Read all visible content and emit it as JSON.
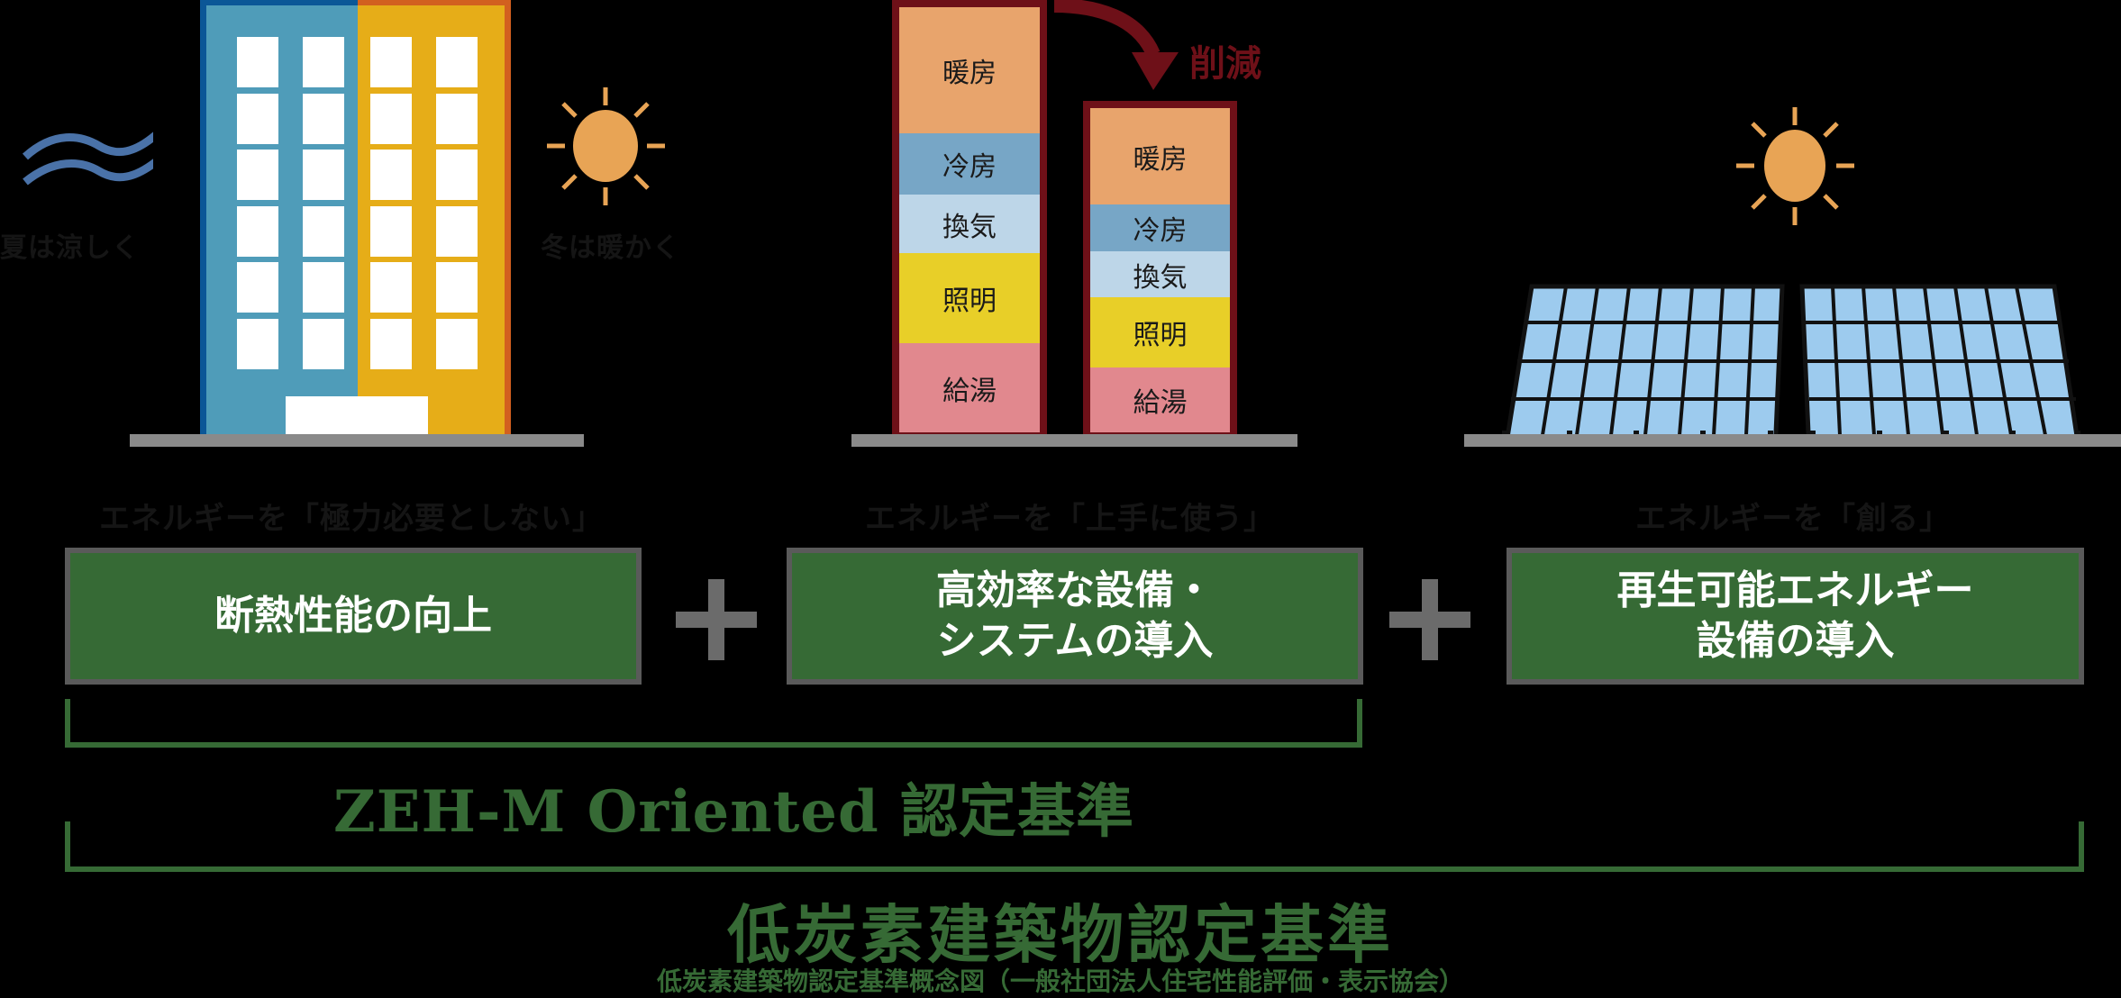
{
  "section1": {
    "left_label": "夏は涼しく",
    "right_label": "冬は暖かく",
    "icons": [
      "wave-icon",
      "sun-icon",
      "building-icon"
    ],
    "caption": "エネルギーを「極力必要としない」",
    "box_label": "断熱性能の向上"
  },
  "section2": {
    "reduction_label": "削減",
    "before_bar": {
      "segments": [
        {
          "label": "暖房",
          "color": "#e8a46c",
          "height": 140
        },
        {
          "label": "冷房",
          "color": "#77a6c6",
          "height": 68
        },
        {
          "label": "換気",
          "color": "#bdd6e8",
          "height": 65
        },
        {
          "label": "照明",
          "color": "#e8cf28",
          "height": 100
        },
        {
          "label": "給湯",
          "color": "#e1888e",
          "height": 100
        }
      ]
    },
    "after_bar": {
      "segments": [
        {
          "label": "暖房",
          "color": "#e8a46c",
          "height": 107
        },
        {
          "label": "冷房",
          "color": "#77a6c6",
          "height": 52
        },
        {
          "label": "換気",
          "color": "#bdd6e8",
          "height": 51
        },
        {
          "label": "照明",
          "color": "#e8cf28",
          "height": 78
        },
        {
          "label": "給湯",
          "color": "#e1888e",
          "height": 76
        }
      ]
    },
    "caption": "エネルギーを「上手に使う」",
    "box_label_line1": "高効率な設備・",
    "box_label_line2": "システムの導入"
  },
  "section3": {
    "icons": [
      "sun-icon",
      "solar-panel-icon"
    ],
    "caption": "エネルギーを「創る」",
    "box_label_line1": "再生可能エネルギー",
    "box_label_line2": "設備の導入"
  },
  "operators": [
    "+",
    "+"
  ],
  "brackets": {
    "zeh_label": "ZEH-M Oriented 認定基準",
    "low_carbon_label": "低炭素建築物認定基準",
    "footnote": "低炭素建築物認定基準概念図（一般社団法人住宅性能評価・表示協会）"
  },
  "colors": {
    "green": "#366a35",
    "maroon": "#6e1018",
    "sun_orange": "#e8a455",
    "panel_blue": "#9dcbee",
    "ground_gray": "#8a8a8a"
  }
}
